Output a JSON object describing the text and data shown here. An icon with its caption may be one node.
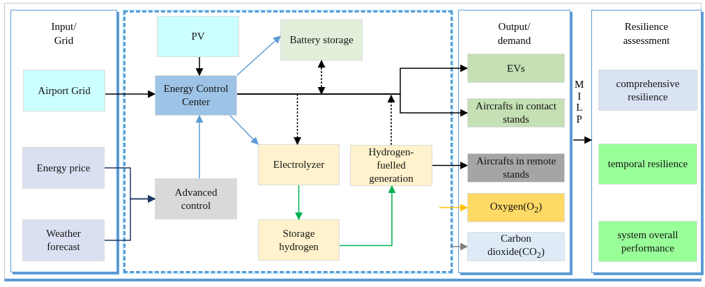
{
  "diagram": {
    "nodes": [
      {
        "text": [
          "Input/ Grid"
        ]
      },
      {
        "text": [
          "Airport Grid"
        ],
        "in": 0
      },
      {
        "text": [
          "Energy price"
        ],
        "in": 0
      },
      {
        "text": [
          "Weather forecast"
        ],
        "in": 0
      },
      {
        "text": [],
        "shape": "box"
      },
      {
        "text": [
          "PV"
        ],
        "in": 4
      },
      {
        "text": [
          "Battery storage"
        ],
        "in": 4
      },
      {
        "text": [
          "Energy Control Center"
        ],
        "in": 4
      },
      {
        "text": [
          "Electrolyzer"
        ],
        "in": 4
      },
      {
        "text": [
          "Hydrogen-fuelled generation"
        ],
        "in": 4
      },
      {
        "text": [
          "Advanced control"
        ],
        "in": 4
      },
      {
        "text": [
          "Storage hydrogen"
        ],
        "in": 4
      },
      {
        "text": [
          "Output/ demand"
        ]
      },
      {
        "text": [
          "EVs"
        ],
        "in": 12
      },
      {
        "text": [
          "Aircrafts in contact stands"
        ],
        "in": 12
      },
      {
        "text": [
          "Aircrafts in remote stands"
        ],
        "in": 12
      },
      {
        "text": [
          "Oxygen(O$_{2}$)"
        ],
        "in": 12
      },
      {
        "text": [
          "Carbon dioxide(CO$_{2}$)"
        ],
        "in": 12
      },
      {
        "text": [
          "Resilience assessment"
        ]
      },
      {
        "text": [
          "comprehensive resilience"
        ],
        "in": 18
      },
      {
        "text": [
          "temporal resilience"
        ],
        "in": 18
      },
      {
        "text": [
          "system overall performance"
        ],
        "in": 18
      }
    ],
    "edges": [
      {
        "from": 1,
        "to": 7,
        "arrow": "to"
      },
      {
        "from": 5,
        "to": 7,
        "arrow": "to"
      },
      {
        "from": 7,
        "to": 6,
        "arrow": "to",
        "color": "#5b9bd5"
      },
      {
        "from": 7,
        "to": 8,
        "arrow": "to",
        "color": "#5b9bd5"
      },
      {
        "from": 10,
        "to": 7,
        "arrow": "to",
        "color": "#5b9bd5"
      },
      {
        "from": 2,
        "to": 10,
        "arrow": "to",
        "color": "#1f3864"
      },
      {
        "from": 3,
        "to": 10,
        "arrow": "to",
        "color": "#1f3864"
      },
      {
        "from": 7,
        "to": 13,
        "arrow": "to"
      },
      {
        "from": 7,
        "to": 14,
        "arrow": "to"
      },
      {
        "from": 6,
        "to": null,
        "arrow": "both",
        "style": "dashed"
      },
      {
        "from": null,
        "to": 8,
        "arrow": "to",
        "style": "dashed"
      },
      {
        "from": 9,
        "to": null,
        "arrow": "to",
        "style": "dashed"
      },
      {
        "from": 9,
        "to": 15,
        "arrow": "to"
      },
      {
        "from": 8,
        "to": 11,
        "arrow": "to",
        "color": "#00b050"
      },
      {
        "from": 11,
        "to": 9,
        "arrow": "to",
        "color": "#00b050"
      },
      {
        "from": null,
        "to": 16,
        "arrow": "to",
        "color": "#ffc000"
      },
      {
        "from": 4,
        "to": 17,
        "arrow": "to",
        "color": "#808080"
      },
      {
        "from": 12,
        "to": 18,
        "arrow": "to",
        "label": "MILP"
      }
    ]
  }
}
